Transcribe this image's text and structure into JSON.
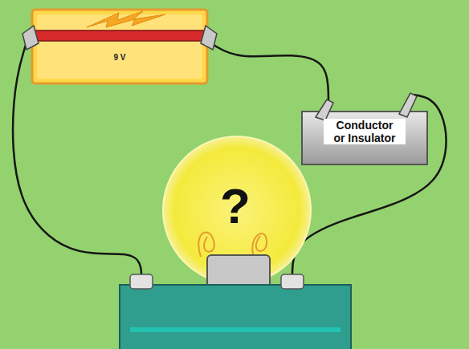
{
  "diagram": {
    "nodes": [
      {
        "text": [
          "9 V"
        ]
      },
      {
        "text": [
          "Conductor or Insulator"
        ]
      },
      {
        "text": [
          "?"
        ]
      }
    ],
    "edges": [
      {
        "from": 0,
        "to": 1,
        "arrow": "none"
      },
      {
        "from": 1,
        "to": 2,
        "arrow": "none"
      },
      {
        "from": 0,
        "to": 2,
        "arrow": "none"
      }
    ]
  }
}
